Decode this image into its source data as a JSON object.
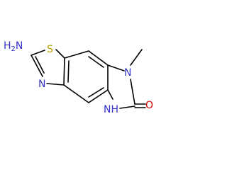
{
  "atoms": {
    "amino": {
      "label": "H",
      "subscript": "2",
      "element": "N",
      "color": "#3333cc"
    },
    "sulfur": {
      "label": "S",
      "color": "#b8a000"
    },
    "thiazole_n": {
      "label": "N",
      "color": "#3333cc"
    },
    "methyl_n": {
      "label": "N",
      "color": "#3333cc"
    },
    "nh": {
      "label": "NH",
      "color": "#3333cc"
    },
    "oxygen": {
      "label": "O",
      "color": "#cc0000"
    }
  },
  "colors": {
    "bond": "#000000",
    "background": "#ffffff"
  }
}
